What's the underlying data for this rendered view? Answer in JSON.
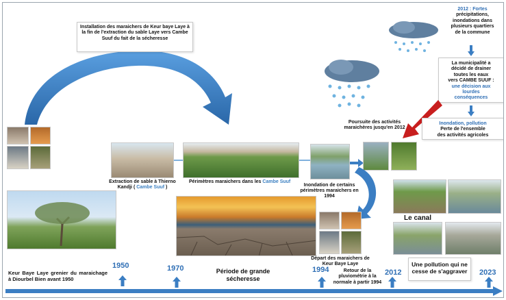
{
  "intro_box": {
    "text": "Installation des maraichers de Keur baye Laye à la fin de l'extraction du sable Laye vers Cambe Suuf du fait de la sécheresse"
  },
  "top_right": {
    "p1": "2012 : Fortes",
    "p2": "précipitations,",
    "p3": "inondations dans",
    "p4": "plusieurs quartiers",
    "p5": "de la commune"
  },
  "decision_box": {
    "l1": "La municipalité a",
    "l2": "décidé de drainer",
    "l3": "toutes les eaux",
    "l4": "vers CAMBE SUUF :",
    "l5": "une décision aux",
    "l6": "lourdes",
    "l7": "conséquences"
  },
  "pollution_box": {
    "l1": "Inondation, pollution",
    "l2": "Perte de l'ensemble",
    "l3": "des activités agricoles"
  },
  "captions": {
    "extraction_main": "Extraction de sable à Thierno Kandji (",
    "extraction_hl": "Cambe Suuf",
    "extraction_end": ")",
    "perimetres_main": "Périmètres maraichers dans les ",
    "perimetres_hl": "Cambe Suuf",
    "inondation": "Inondation de certains périmètres maraichers en 1994",
    "poursuite": "Poursuite des activités maraichères jusqu'en 2012",
    "depart": "Départ des maraichers de Keur Baye Laye",
    "canal": "Le canal"
  },
  "timeline": {
    "start_text": "Keur Baye Laye grenier du maraichage à Diourbel Bien avant 1950",
    "years": [
      "1950",
      "1970",
      "1994",
      "2012",
      "2023"
    ],
    "periode": "Période de grande sécheresse",
    "retour": "Retour de la pluviométrie à la normale à partir 1994",
    "pollution": "Une pollution qui ne cesse de s'aggraver"
  },
  "colors": {
    "accent_blue": "#2f6fb5",
    "arrow_blue": "#3b7ec3",
    "red_arrow": "#c81e1e"
  }
}
